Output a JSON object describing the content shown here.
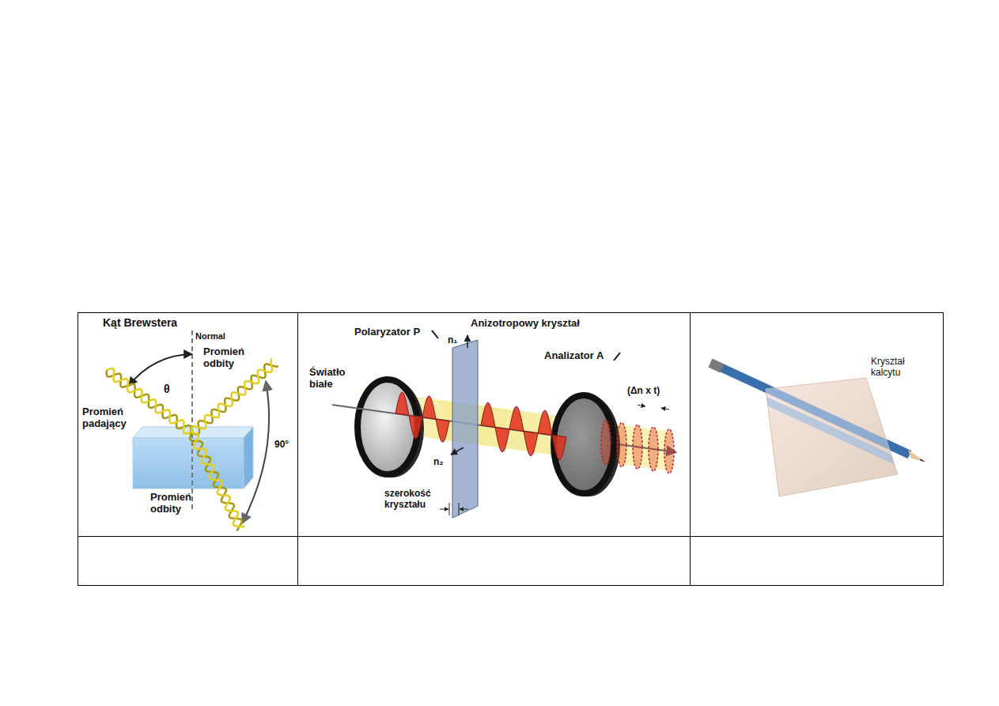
{
  "diagram": {
    "labels": [
      "Kąt Brewstera",
      "Normal",
      "θ",
      "Promień odbity",
      "Promień padający",
      "90°",
      "Promień odbity",
      "Polaryzator P",
      "n₁",
      "Anizotropowy kryształ",
      "Analizator A",
      "Światło białe",
      "(Δn x t)",
      "n₂",
      "szerokość kryształu",
      "Kryształ kalcytu"
    ]
  }
}
